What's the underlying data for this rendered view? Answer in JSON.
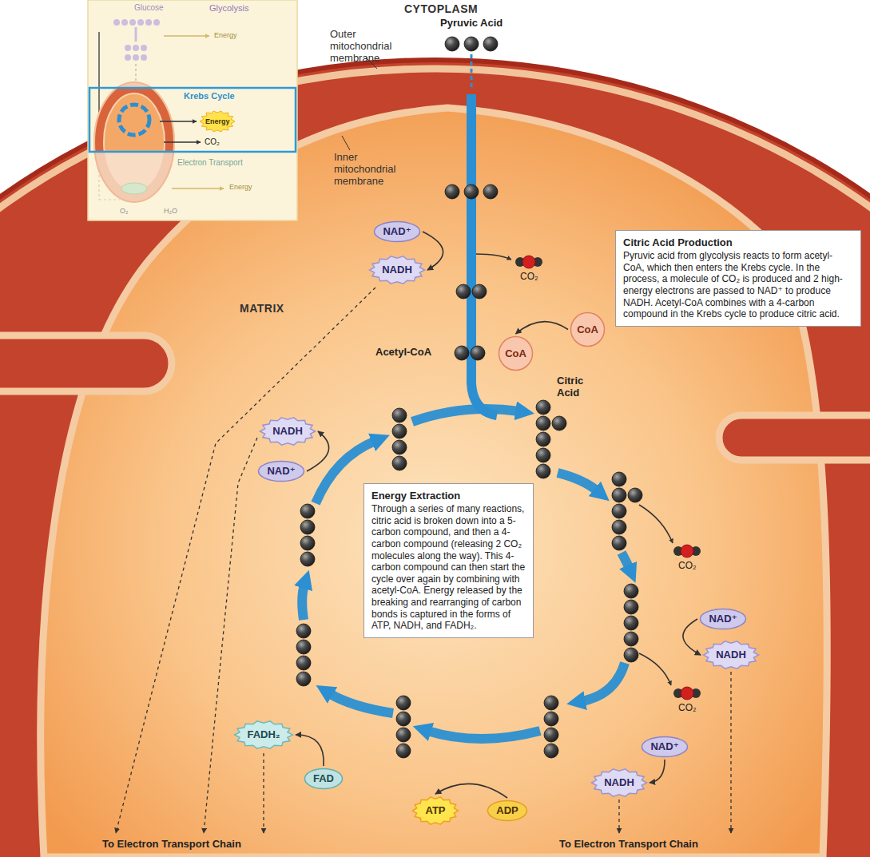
{
  "diagram": {
    "nodes": [
      {
        "text": [
          "NAD⁺"
        ]
      },
      {
        "text": [
          "NADH"
        ]
      },
      {
        "text": [
          "CoA"
        ]
      },
      {
        "text": [
          "CoA"
        ]
      },
      {
        "text": [
          "Citric Acid Production",
          "Pyruvic acid from glycolysis reacts to form acetyl-CoA, which then enters the Krebs cycle. In the process, a molecule of CO₂ is produced and 2 high-energy electrons are passed to NAD⁺ to produce NADH. Acetyl-CoA combines with a 4-carbon compound in the Krebs cycle to produce citric acid."
        ]
      },
      {
        "text": [
          "NADH"
        ]
      },
      {
        "text": [
          "NAD⁺"
        ]
      },
      {
        "text": [
          "Energy Extraction",
          "Through a series of many reactions, citric acid is broken down into a 5-carbon compound, and then a 4-carbon compound (releasing 2 CO₂ molecules along the way). This 4-carbon compound can then start the cycle over again by combining with acetyl-CoA. Energy released by the breaking and rearranging of carbon bonds is captured in the forms of ATP, NADH, and FADH₂."
        ]
      },
      {
        "text": [
          "NAD⁺"
        ]
      },
      {
        "text": [
          "NADH"
        ]
      },
      {
        "text": [
          "FADH₂"
        ]
      },
      {
        "text": [
          "NAD⁺"
        ]
      },
      {
        "text": [
          "FAD"
        ]
      },
      {
        "text": [
          "NADH"
        ]
      },
      {
        "text": [
          "ATP"
        ]
      },
      {
        "text": [
          "ADP"
        ]
      }
    ],
    "edges": [
      {
        "from": 0,
        "to": 1,
        "arrow": "to"
      },
      {
        "from": 2,
        "to": 3,
        "arrow": "to"
      },
      {
        "from": 6,
        "to": 5,
        "arrow": "to"
      },
      {
        "from": 8,
        "to": 9,
        "arrow": "to"
      },
      {
        "from": 12,
        "to": 10,
        "arrow": "to"
      },
      {
        "from": 11,
        "to": 13,
        "arrow": "to"
      },
      {
        "from": 15,
        "to": 14,
        "arrow": "to"
      }
    ],
    "labels": [
      "CYTOPLASM",
      "Outer mitochondrial membrane",
      "Pyruvic Acid",
      "Inner mitochondrial membrane",
      "CO₂",
      "MATRIX",
      "Acetyl-CoA",
      "Citric Acid",
      "CO₂",
      "CO₂",
      "To Electron Transport Chain",
      "To Electron Transport Chain",
      "Glucose",
      "Glycolysis",
      "Energy",
      "Krebs Cycle",
      "Energy",
      "CO₂",
      "Electron Transport",
      "Energy",
      "O₂",
      "H₂O"
    ]
  }
}
